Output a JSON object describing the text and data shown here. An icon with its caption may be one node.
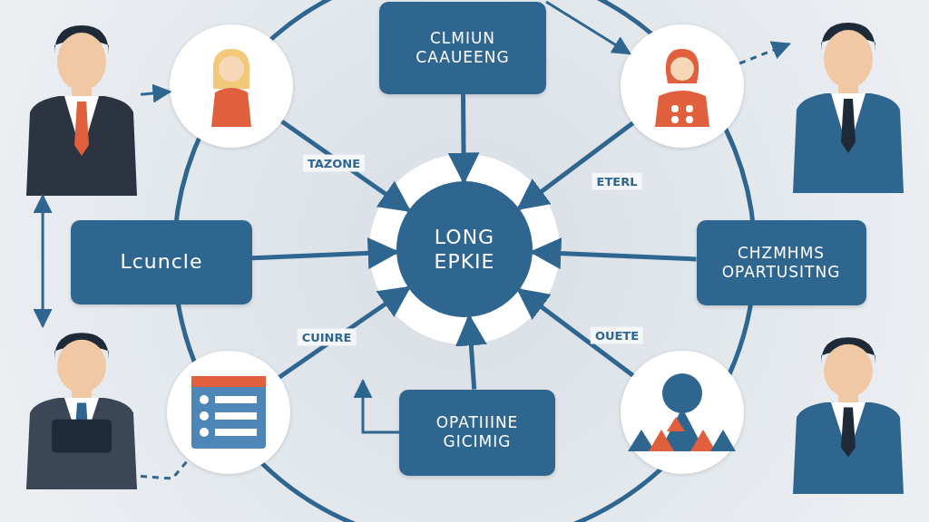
{
  "diagram": {
    "nodes": [
      {
        "text": [
          "LONG EPKIE"
        ]
      },
      {
        "text": [
          "CLMIUN CAAUEENG"
        ]
      },
      {
        "text": [
          "Lcuncle"
        ]
      },
      {
        "text": [
          "CHZMHMS OPARTUSITNG"
        ]
      },
      {
        "text": [
          "OPATIIINE GICIMIG"
        ]
      },
      {
        "text": [],
        "shape": "circle"
      },
      {
        "text": [],
        "shape": "circle"
      },
      {
        "text": [],
        "shape": "circle"
      },
      {
        "text": [],
        "shape": "circle"
      },
      {
        "text": [],
        "shape": "person"
      },
      {
        "text": [],
        "shape": "person"
      },
      {
        "text": [],
        "shape": "person"
      },
      {
        "text": [],
        "shape": "person"
      }
    ],
    "edges": [
      {
        "from": 1,
        "to": 0,
        "arrow": "to"
      },
      {
        "from": 2,
        "to": 0,
        "arrow": "to"
      },
      {
        "from": 3,
        "to": 0,
        "arrow": "to"
      },
      {
        "from": 4,
        "to": 0,
        "arrow": "to"
      },
      {
        "from": 5,
        "to": 0,
        "arrow": "to",
        "label": "TAZONE"
      },
      {
        "from": 6,
        "to": 0,
        "arrow": "to",
        "label": "ETERL"
      },
      {
        "from": 7,
        "to": 0,
        "arrow": "to",
        "label": "CUINRE"
      },
      {
        "from": 8,
        "to": 0,
        "arrow": "to",
        "label": "OUETE"
      },
      {
        "from": 9,
        "to": 5,
        "arrow": "to"
      },
      {
        "from": 9,
        "to": 11,
        "arrow": "both"
      },
      {
        "from": 6,
        "to": 10,
        "arrow": "to",
        "style": "dashed"
      },
      {
        "from": 11,
        "to": 7,
        "arrow": "none",
        "style": "dashed"
      },
      {
        "from": 1,
        "to": 6,
        "arrow": "to"
      },
      {
        "from": 4,
        "to": null,
        "arrow": "to"
      }
    ]
  }
}
